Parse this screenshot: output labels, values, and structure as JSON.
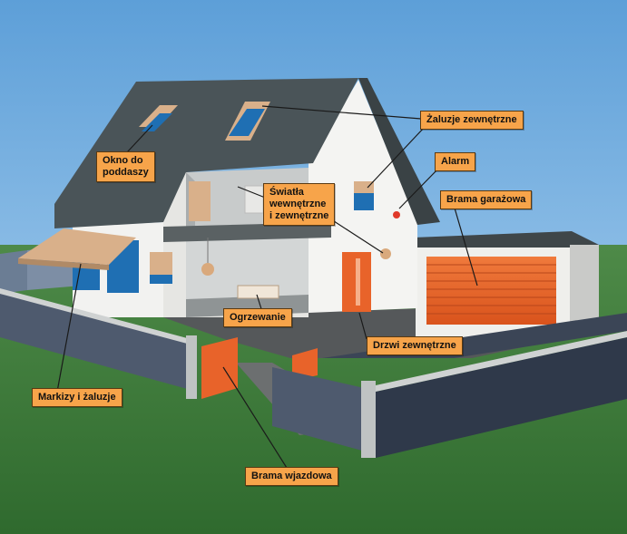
{
  "labels": {
    "okno": "Okno do\npoddaszy",
    "zaluzje": "Żaluzje zewnętrzne",
    "swiatla": "Światła\nwewnętrzne\ni zewnętrzne",
    "alarm": "Alarm",
    "brama_garazowa": "Brama garażowa",
    "ogrzewanie": "Ogrzewanie",
    "drzwi": "Drzwi zewnętrzne",
    "markizy": "Markizy i żaluzje",
    "brama_wjazdowa": "Brama wjazdowa"
  },
  "colors": {
    "sky": "#6aa8dc",
    "ground": "#3f7a3c",
    "roof": "#4a5458",
    "wall": "#f2f2f0",
    "accent_orange": "#e8632a",
    "callout": "#f7a44a",
    "window_blue": "#1f6fb3"
  }
}
